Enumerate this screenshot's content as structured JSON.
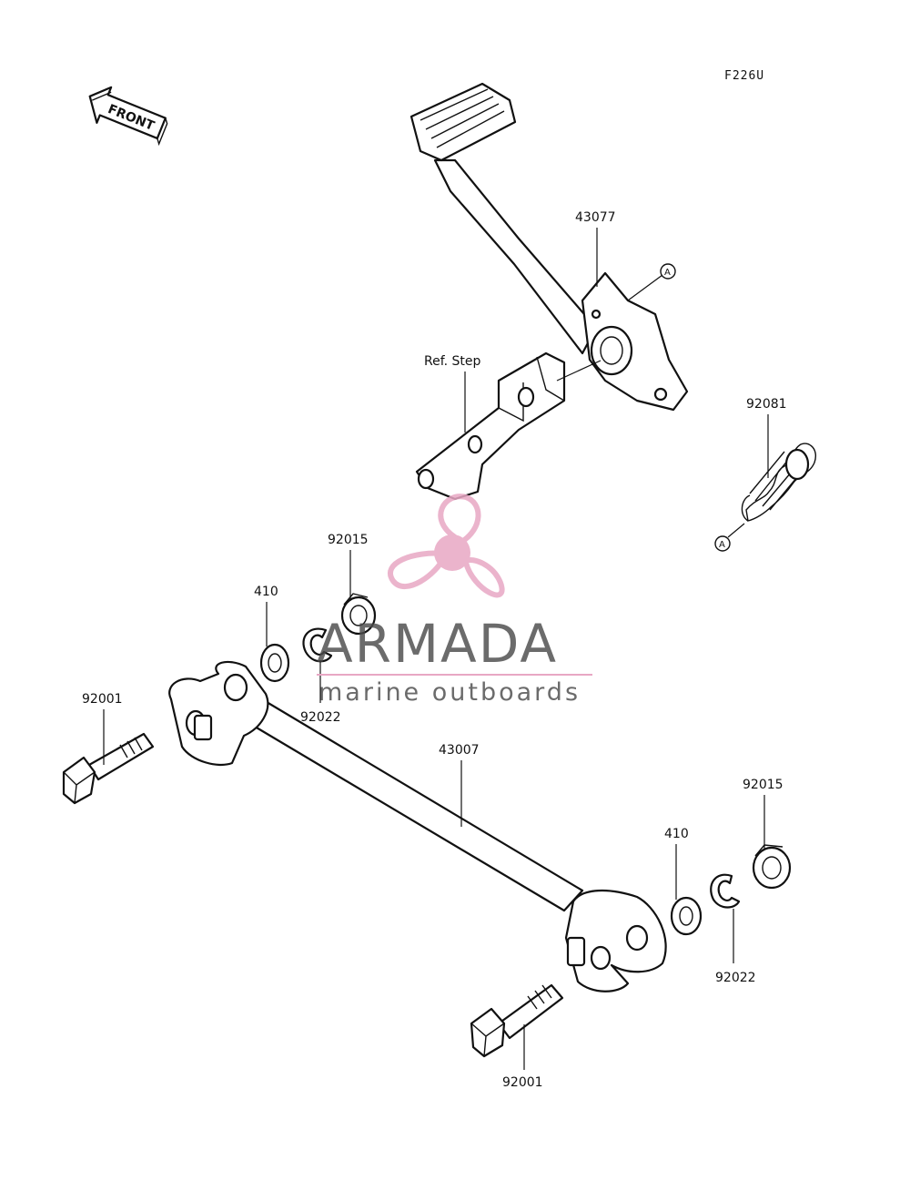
{
  "figure_code": "F226U",
  "front_arrow_label": "FRONT",
  "marker_letter": "A",
  "parts": {
    "brake_pedal": "43077",
    "ref_step": "Ref. Step",
    "spring": "92081",
    "nut_upper": "92015",
    "washer_upper": "410",
    "clip_upper": "92022",
    "bolt_left": "92001",
    "rod": "43007",
    "nut_lower": "92015",
    "washer_lower": "410",
    "clip_lower": "92022",
    "bolt_lower": "92001"
  },
  "watermark": {
    "brand": "ARMADA",
    "tagline": "marine outboards",
    "brand_color": "#e8a7c4"
  }
}
